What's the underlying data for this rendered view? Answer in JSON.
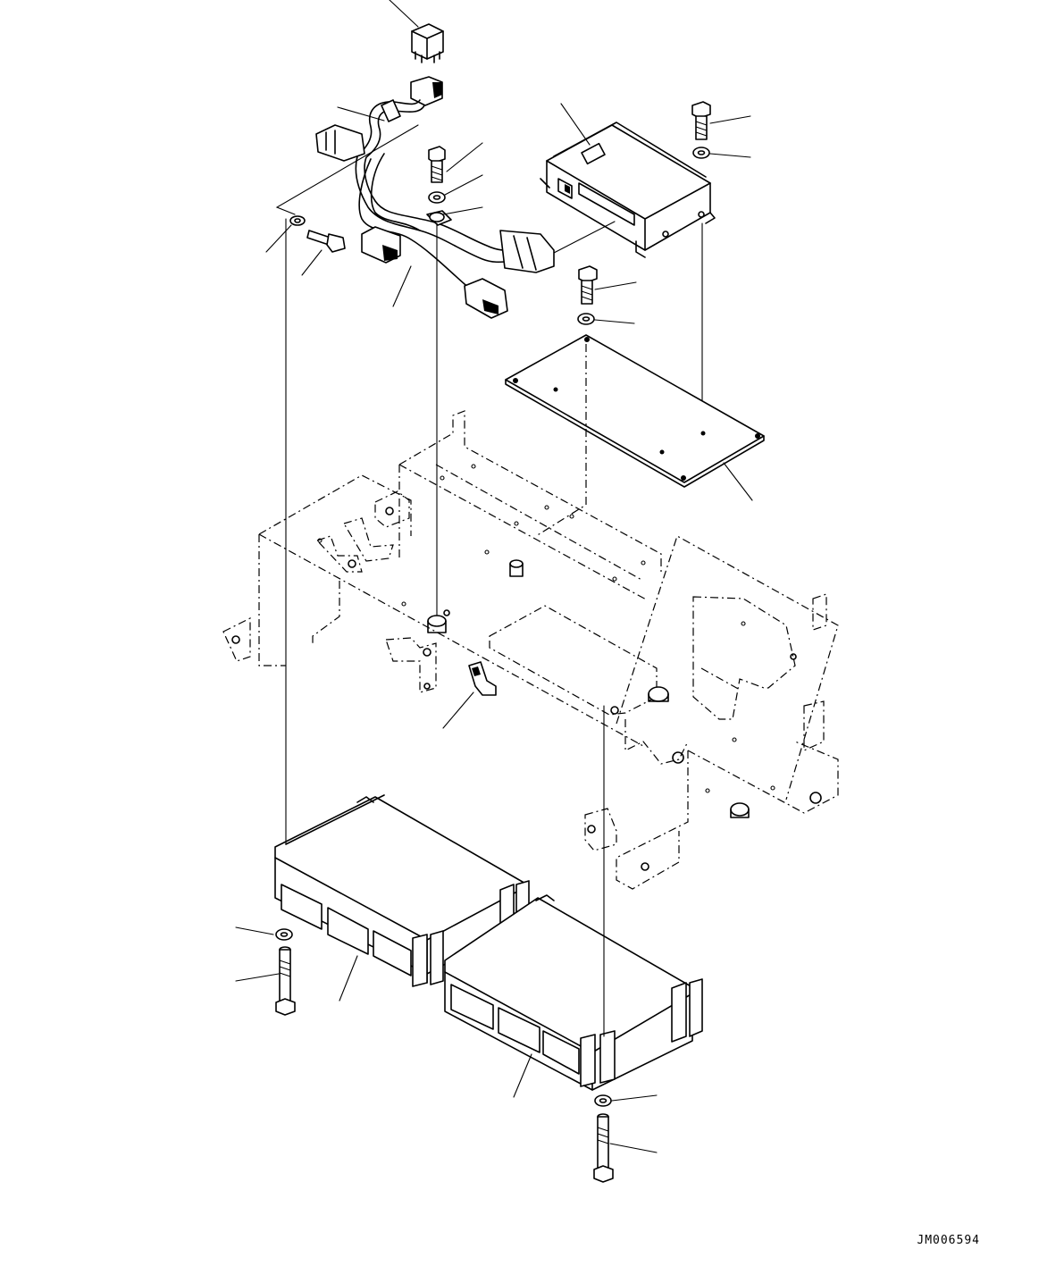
{
  "drawing": {
    "id": "JM006594"
  },
  "parts": [
    {
      "name": "relay",
      "icon": "relay-icon"
    },
    {
      "name": "wiring-harness",
      "icon": "harness-icon"
    },
    {
      "name": "controller-module",
      "icon": "controller-icon"
    },
    {
      "name": "mounting-plate",
      "icon": "plate-icon"
    },
    {
      "name": "bracket-frame",
      "icon": "frame-icon"
    },
    {
      "name": "clip",
      "icon": "clip-icon"
    },
    {
      "name": "ecu-unit-left",
      "icon": "ecu-icon"
    },
    {
      "name": "ecu-unit-right",
      "icon": "ecu-icon"
    },
    {
      "name": "bolt",
      "icon": "bolt-icon"
    },
    {
      "name": "washer",
      "icon": "washer-icon"
    }
  ]
}
